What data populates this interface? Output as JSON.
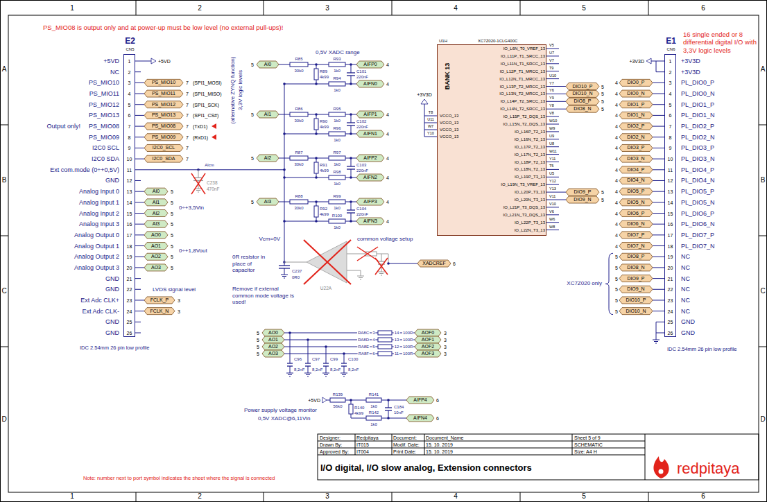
{
  "diagram": {
    "title": "I/O digital, I/O slow analog, Extension connectors",
    "nodes": [
      {
        "text": [
          "E2",
          "CN5"
        ]
      },
      {
        "text": [
          "U1H",
          "XC7Z020-1CLG400C",
          "BANK 13"
        ]
      },
      {
        "text": [
          "E1",
          "CN6"
        ]
      }
    ],
    "labels": [
      "1",
      "2",
      "3",
      "4",
      "5",
      "6",
      "1",
      "2",
      "3",
      "4",
      "5",
      "6",
      "A",
      "B",
      "C",
      "D",
      "A",
      "B",
      "C",
      "D",
      "PS_MIO08 is output only and at power-up must be low level (no external pull-ups)!",
      "16 single ended or 8 differential digital I/O with 3,3V logic levels",
      "Note: number next to port symbol indicates the sheet where the signal is connected",
      "1",
      "2",
      "3",
      "4",
      "5",
      "6",
      "7",
      "8",
      "9",
      "10",
      "11",
      "12",
      "13",
      "14",
      "15",
      "16",
      "17",
      "18",
      "19",
      "20",
      "21",
      "22",
      "23",
      "24",
      "25",
      "26",
      "+5VD",
      "NC",
      "PS_MIO10",
      "PS_MIO11",
      "PS_MIO12",
      "PS_MIO13",
      "PS_MIO08",
      "PS_MIO09",
      "I2C0 SCL",
      "I2C0 SDA",
      "Ext com.mode (0÷+0,5V)",
      "GND",
      "Analog Input 0",
      "Analog Input 1",
      "Analog Input 2",
      "Analog Input 3",
      "Analog Output 0",
      "Analog Output 1",
      "Analog Output 2",
      "Analog Output 3",
      "GND",
      "GND",
      "Ext Adc CLK+",
      "Ext Adc CLK-",
      "GND",
      "GND",
      "Output only!",
      "+5VD",
      "PS_MIO10",
      "PS_MIO11",
      "PS_MIO12",
      "PS_MIO13",
      "PS_MIO08",
      "PS_MIO09",
      "I2C0_SCL",
      "I2C0_SDA",
      "7",
      "7",
      "7",
      "7",
      "7",
      "7",
      "7",
      "7",
      "(SPI1_MOSI)",
      "(SPI1_MISO)",
      "(SPI1_SCK)",
      "(SPI1_CS#)",
      "(TxD1)",
      "(RxD1)",
      "(alternative ZYNQ function)",
      "3,3V logic levels",
      "Alcm",
      "C238",
      "470nF",
      "AI0",
      "AI1",
      "AI2",
      "AI3",
      "5",
      "5",
      "5",
      "5",
      "0÷+3,5Vin",
      "AO0",
      "AO1",
      "AO2",
      "AO3",
      "5",
      "5",
      "5",
      "5",
      "0÷+1,8Vout",
      "LVDS signal level",
      "FCLK_P",
      "FCLK_N",
      "3",
      "3",
      "IDC 2.54mm 26 pin low profile",
      "0,5V XADC range",
      "AI0",
      "AI1",
      "AI2",
      "AI3",
      "5",
      "5",
      "5",
      "5",
      "R85",
      "R86",
      "R87",
      "R88",
      "30k0",
      "30k0",
      "30k0",
      "30k0",
      "R89",
      "R90",
      "R91",
      "R92",
      "4k99",
      "4k99",
      "4k99",
      "4k99",
      "R93",
      "R95",
      "R97",
      "R99",
      "1k0",
      "1k0",
      "1k0",
      "1k0",
      "R94",
      "R96",
      "R98",
      "R100",
      "1k0",
      "1k0",
      "1k0",
      "1k0",
      "AIFP0",
      "AIFP1",
      "AIFP2",
      "AIFP3",
      "4",
      "4",
      "4",
      "4",
      "AIFN0",
      "AIFN1",
      "AIFN2",
      "AIFN3",
      "4",
      "4",
      "4",
      "4",
      "C101",
      "C102",
      "C103",
      "C104",
      "220nF",
      "220nF",
      "220nF",
      "220nF",
      "Vcm=0V",
      "C237",
      "0R0",
      "0R resistor in place of capacitor",
      "Remove if external common mode voltage is used!",
      "common voltage setup",
      "U22A",
      "XADCREF",
      "6",
      "AO0",
      "AO1",
      "AO2",
      "AO3",
      "5",
      "5",
      "5",
      "5",
      "RA8C",
      "RA8D",
      "RA8E",
      "RA8F",
      "3",
      "4",
      "5",
      "6",
      "14",
      "13",
      "12",
      "11",
      "100R",
      "100R",
      "100R",
      "100R",
      "AOF0",
      "AOF1",
      "AOF2",
      "AOF3",
      "3",
      "3",
      "3",
      "3",
      "C96",
      "C97",
      "C99",
      "C100",
      "8,2nF",
      "8,2nF",
      "8,2nF",
      "8,2nF",
      "+5VD",
      "R139",
      "56k0",
      "R140",
      "4k99",
      "R141",
      "1k0",
      "R142",
      "1k0",
      "C184",
      "10nF",
      "AIFP4",
      "AIFN4",
      "6",
      "6",
      "Power supply voltage monitor",
      "0,5V XADC@6,11Vin",
      "IO_L6N_T0_VREF_13",
      "IO_L11P_T1_SRCC_13",
      "IO_L11N_T1_SRCC_13",
      "IO_L12P_T1_MRCC_13",
      "IO_L12N_T1_MRCC_13",
      "IO_L13P_T2_MRCC_13",
      "IO_L13N_T2_MRCC_13",
      "IO_L14P_T2_SRCC_13",
      "IO_L14N_T2_SRCC_13",
      "IO_L15P_T2_DQS_13",
      "IO_L15N_T2_DQS_13",
      "IO_L16P_T2_13",
      "IO_L16N_T2_13",
      "IO_L17P_T2_13",
      "IO_L17N_T2_13",
      "IO_L18P_T2_13",
      "IO_L18N_T2_13",
      "IO_L19P_T3_13",
      "IO_L19N_T3_VREF_13",
      "IO_L20P_T3_13",
      "IO_L20N_T3_13",
      "IO_L21P_T3_DQS_13",
      "IO_L21N_T3_DQS_13",
      "IO_L22P_T3_13",
      "IO_L22N_T3_13",
      "V5",
      "U7",
      "V7",
      "T9",
      "U10",
      "Y7",
      "Y6",
      "Y9",
      "Y8",
      "V8",
      "W10",
      "W9",
      "U9",
      "U8",
      "W11",
      "Y11",
      "T5",
      "U5",
      "Y12",
      "Y13",
      "V11",
      "V10",
      "V6",
      "W6",
      "W8",
      "VCCO_13",
      "VCCO_13",
      "VCCO_13",
      "VCCO_13",
      "T8",
      "U11",
      "W7",
      "Y10",
      "+3V3D",
      "DIO10_P",
      "DIO10_N",
      "DIO8_P",
      "DIO8_N",
      "DIO9_P",
      "DIO9_N",
      "5",
      "5",
      "5",
      "5",
      "5",
      "5",
      "+3V3D",
      "1",
      "2",
      "3",
      "4",
      "5",
      "6",
      "7",
      "8",
      "9",
      "10",
      "11",
      "12",
      "13",
      "14",
      "15",
      "16",
      "17",
      "18",
      "19",
      "20",
      "21",
      "22",
      "23",
      "24",
      "25",
      "26",
      "+3V3D",
      "+3V3D",
      "PL_DIO0_P",
      "PL_DIO0_N",
      "PL_DIO1_P",
      "PL_DIO1_N",
      "PL_DIO2_P",
      "PL_DIO2_N",
      "PL_DIO3_P",
      "PL_DIO3_N",
      "PL_DIO4_P",
      "PL_DIO4_N",
      "PL_DIO5_P",
      "PL_DIO5_N",
      "PL_DIO6_P",
      "PL_DIO6_N",
      "PL_DIO7_P",
      "PL_DIO7_N",
      "NC",
      "NC",
      "NC",
      "NC",
      "NC",
      "NC",
      "GND",
      "GND",
      "DIO0_P",
      "DIO0_N",
      "DIO1_P",
      "DIO1_N",
      "DIO2_P",
      "DIO2_N",
      "DIO3_P",
      "DIO3_N",
      "DIO4_P",
      "DIO4_N",
      "DIO5_P",
      "DIO5_N",
      "DIO6_P",
      "DIO6_N",
      "DIO7_P",
      "DIO7_N",
      "DIO8_P",
      "DIO8_N",
      "DIO9_P",
      "DIO9_N",
      "DIO10_P",
      "DIO10_N",
      "4",
      "4",
      "4",
      "4",
      "4",
      "4",
      "4",
      "4",
      "4",
      "4",
      "4",
      "4",
      "4",
      "4",
      "4",
      "4",
      "5",
      "5",
      "5",
      "5",
      "5",
      "5",
      "XC7Z020 only",
      "IDC 2.54mm 26 pin low profile",
      "Designer:",
      "Redpitaya",
      "Document:",
      "Document_Name",
      "Sheet 5 of 9",
      "Drawn By:",
      "IT015",
      "Modif. Date:",
      "15. 10. 2019",
      "SCHEMATIC",
      "Approved By:",
      "IT004",
      "Print Date:",
      "15. 10. 2019",
      "Size: A4 H",
      "redpitaya"
    ]
  }
}
